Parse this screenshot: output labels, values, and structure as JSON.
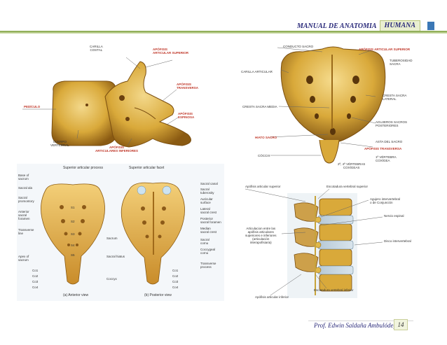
{
  "header": {
    "title": "MANUAL DE ANATOMIA",
    "chip": "HUMANA"
  },
  "footer": {
    "author": "Prof. Edwin Saldaña Ambulódegui",
    "page": "14"
  },
  "panel_lumbar": {
    "labels": {
      "carilla_costal": "CARILLA\nCOSTAL",
      "apofisis_art_sup": "APÓFISIS\nARTICULAR SUPERIOR",
      "apofisis_transversa": "APÓFISIS\nTRANSVERSA",
      "pediculo": "PEDÍCULO",
      "apofisis_espinosa": "APÓFISIS\nESPINOSA",
      "cuerpo_vertebral": "CUERPO\nVERTEBRAL",
      "apofisis_art_inf": "APÓFISIS\nARTICULARES INFERIORES"
    }
  },
  "panel_sacro": {
    "labels": {
      "conducto_sacro": "CONDUCTO SACRO",
      "apofisis_art_sup": "APÓFISIS ARTICULAR SUPERIOR",
      "tuberosidad": "TUBEROSIDAD\nSACRA",
      "carilla_articular": "CARILLA ARTICULAR",
      "cresta_lateral": "CRESTA SACRA\nLATERAL",
      "cresta_media": "CRESTA SACRA MEDIA",
      "agujeros_post": "AGUJEROS SACROS\nPOSTERIORES",
      "hiato": "HIATO SACRO",
      "asta": "ASTA DEL SACRO",
      "apofisis_transversa": "APÓFISIS TRANSVERSA",
      "coccix": "CÓCCIX",
      "primera_vert": "1ª VÉRTEBRA\nCOXÍGEA",
      "vert_cox": "2ª, 4ª VÉRTEBRAS\nCOXÍGEAS"
    }
  },
  "panel_sacrum_en": {
    "labels": {
      "sup_art_process": "Superior articular process",
      "sup_art_facet": "Superior articular facet",
      "base": "Base of\nsacrum",
      "ala": "Sacral ala",
      "promontory": "Sacral\npromontory",
      "ant_foramen": "Anterior\nsacral\nforamen",
      "transverse_line": "Transverse\nline",
      "apex": "Apex of\nsacrum",
      "co1": "Co1",
      "co2": "Co2",
      "co3": "Co3",
      "co4": "Co4",
      "s1": "S1",
      "s2": "S2",
      "s3": "S3",
      "s4": "S4",
      "s5": "S5",
      "sacrum": "Sacrum",
      "hiatus": "Sacral hiatus",
      "coccyx": "Coccyx",
      "canal": "Sacral canal",
      "tuberosity": "Sacral\ntuberosity",
      "auricular": "Auricular\nsurface",
      "lateral_crest": "Lateral\nsacral crest",
      "post_foramen": "Posterior\nsacral foramen",
      "median_crest": "Median\nsacral crest",
      "cornu": "Sacral\ncornu",
      "coccygeal_cornu": "Coccygeal\ncornu",
      "transverse_process": "Transverse\nprocess",
      "anterior_view": "(a) Anterior view",
      "posterior_view": "(b) Posterior view"
    }
  },
  "panel_spine": {
    "labels": {
      "apofisis_sup": "Apófisis articular superior",
      "escotadura_sup": "Escotadura vertebral superior",
      "agujero": "Agujero intervertebral\no de Conjunción",
      "nervio": "Nervio espinal",
      "articulacion": "Articulacion entre las\napófisis articulares\nsuperiores e inferiores\n(articulación\ninterapofisiaria)",
      "disco": "Disco intervertebral",
      "escotadura_inf": "Escotadura vertebral inferior",
      "apofisis_inf": "Apófisis articular inferior"
    }
  },
  "colors": {
    "bone": "#d9a93a",
    "bone_dark": "#8a5a12",
    "bone_light": "#f0d07a",
    "header_green": "#7b9e3c",
    "title_blue": "#2a2a7a",
    "label_red": "#c0392b",
    "accent_blue": "#3b78b6"
  }
}
